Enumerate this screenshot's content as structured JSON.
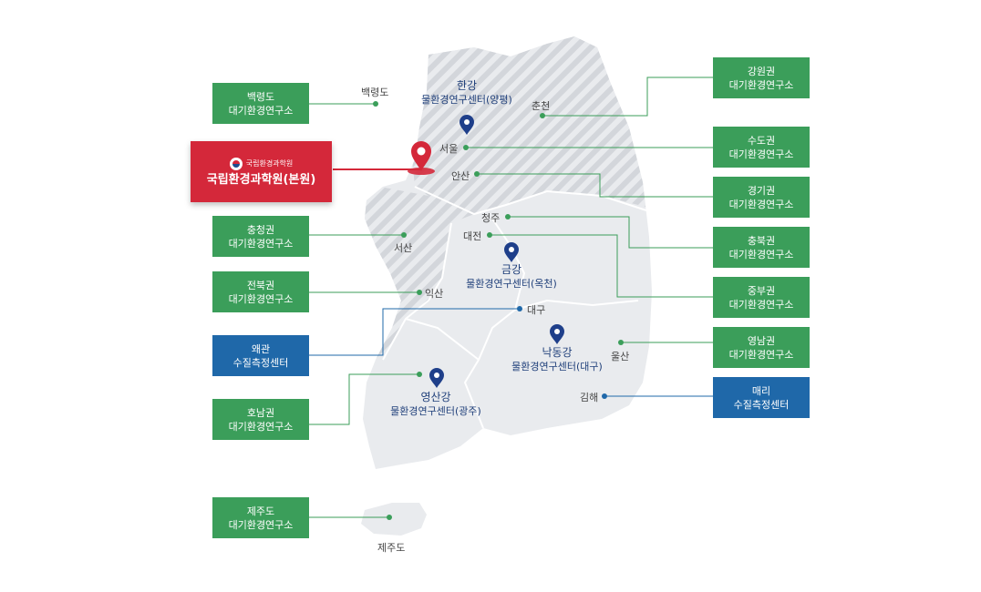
{
  "colors": {
    "green": "#3b9e5a",
    "blue": "#1f68a9",
    "red": "#d4283a",
    "map_fill": "#e9ebee",
    "map_hatch": "#d3d6db",
    "pin_navy": "#1f3f8a"
  },
  "headquarters": {
    "logo_text": "국립환경과학원",
    "name": "국립환경과학원(본원)",
    "icon": "location-pin-icon"
  },
  "left_boxes": [
    {
      "line1": "백령도",
      "line2": "대기환경연구소"
    },
    {
      "line1": "충청권",
      "line2": "대기환경연구소"
    },
    {
      "line1": "전북권",
      "line2": "대기환경연구소"
    },
    {
      "line1": "왜관",
      "line2": "수질측정센터"
    },
    {
      "line1": "호남권",
      "line2": "대기환경연구소"
    },
    {
      "line1": "제주도",
      "line2": "대기환경연구소"
    }
  ],
  "right_boxes": [
    {
      "line1": "강원권",
      "line2": "대기환경연구소"
    },
    {
      "line1": "수도권",
      "line2": "대기환경연구소"
    },
    {
      "line1": "경기권",
      "line2": "대기환경연구소"
    },
    {
      "line1": "충북권",
      "line2": "대기환경연구소"
    },
    {
      "line1": "중부권",
      "line2": "대기환경연구소"
    },
    {
      "line1": "영남권",
      "line2": "대기환경연구소"
    },
    {
      "line1": "매리",
      "line2": "수질측정센터"
    }
  ],
  "cities": [
    "백령도",
    "춘천",
    "서울",
    "안산",
    "청주",
    "대전",
    "서산",
    "익산",
    "대구",
    "울산",
    "김해",
    "제주도"
  ],
  "river_centers": [
    {
      "line1": "한강",
      "line2": "물환경연구센터(양평)",
      "icon": "location-pin-icon"
    },
    {
      "line1": "금강",
      "line2": "물환경연구센터(옥천)",
      "icon": "location-pin-icon"
    },
    {
      "line1": "낙동강",
      "line2": "물환경연구센터(대구)",
      "icon": "location-pin-icon"
    },
    {
      "line1": "영산강",
      "line2": "물환경연구센터(광주)",
      "icon": "location-pin-icon"
    }
  ]
}
